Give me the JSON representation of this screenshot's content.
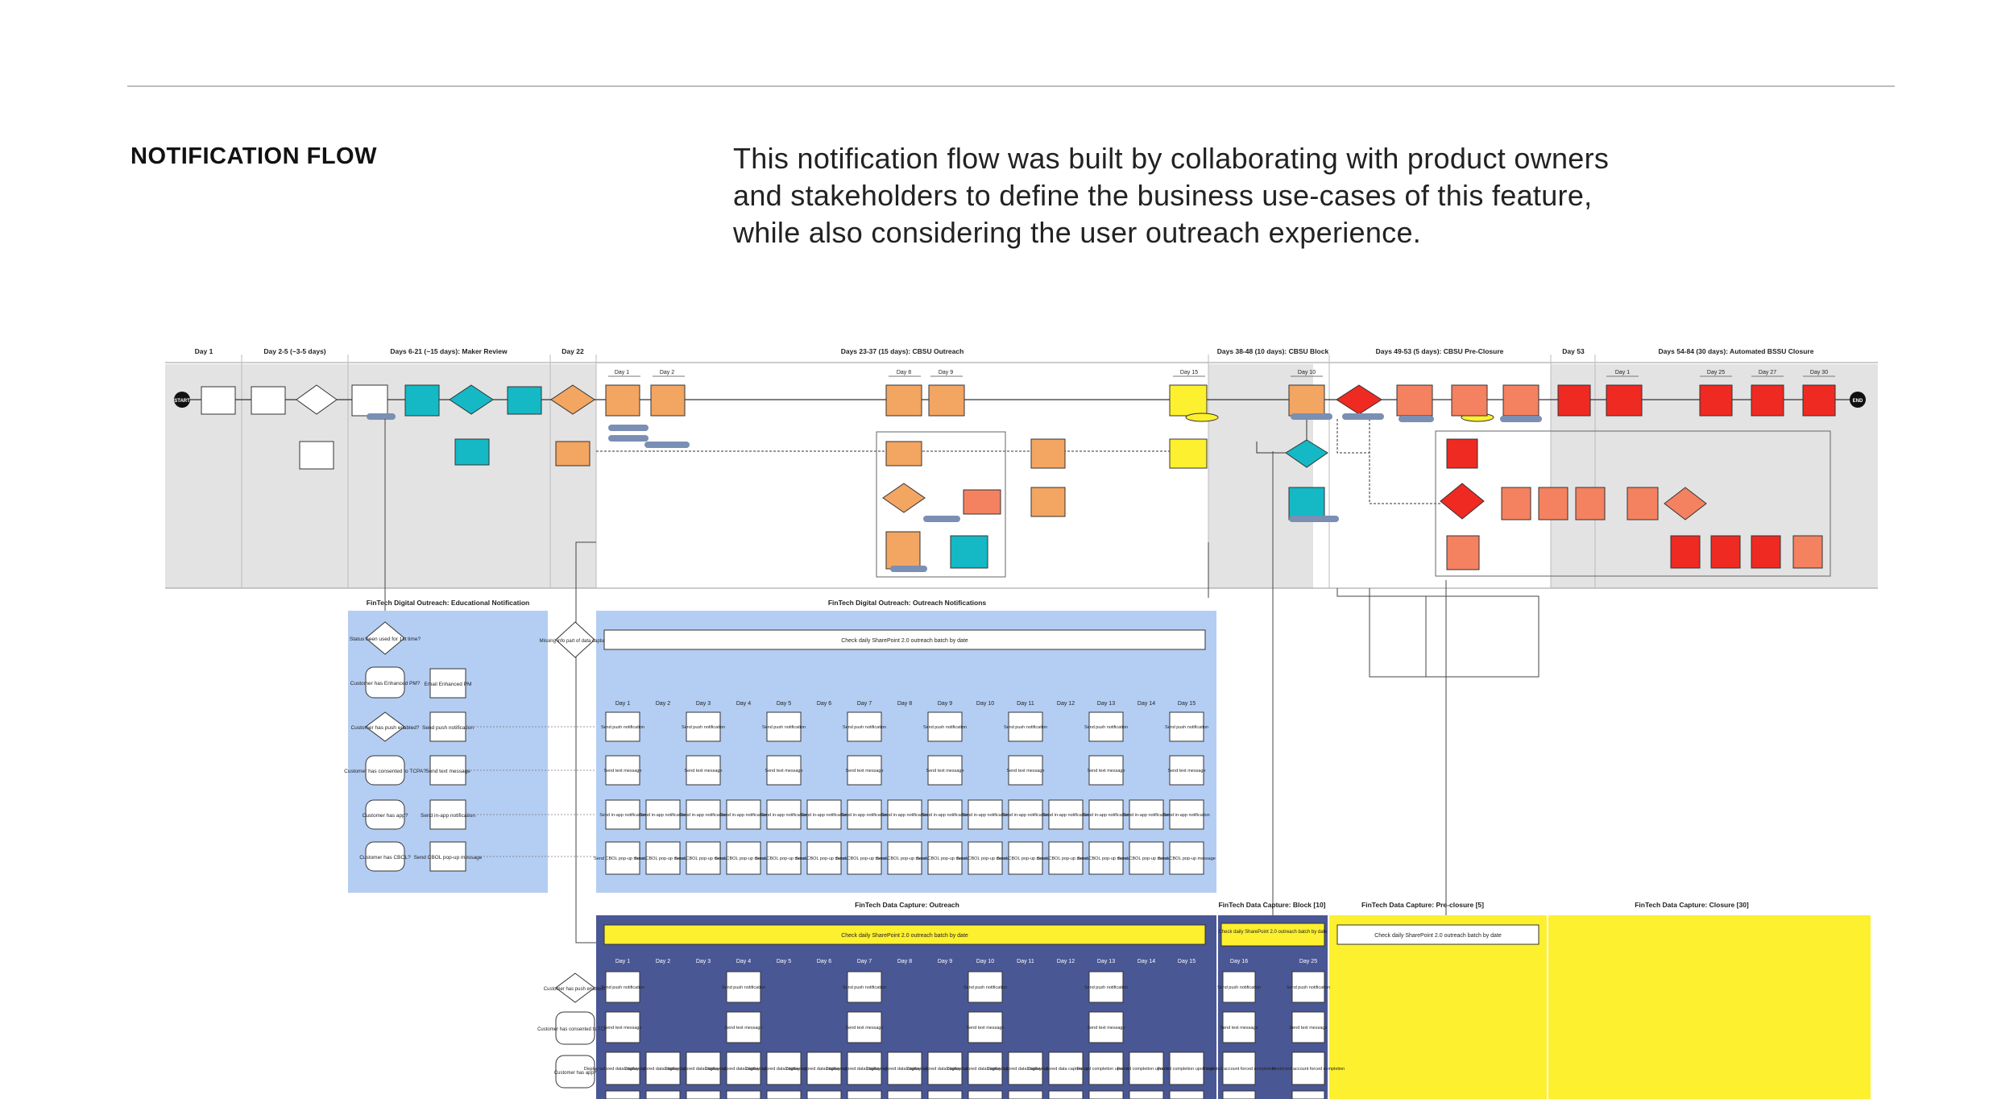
{
  "section_title": "NOTIFICATION FLOW",
  "intro_lines": [
    "This notification flow was built by collaborating with product owners",
    "and stakeholders to define the business use-cases of this feature,",
    "while also considering the user outreach experience."
  ],
  "phases": [
    "Day 1",
    "Day 2-5 (~3-5 days)",
    "Days 6-21 (~15 days): Maker Review",
    "Day 22",
    "Days 23-37 (15 days): CBSU Outreach",
    "Days 38-48 (10 days): CBSU Block",
    "Days 49-53 (5 days): CBSU Pre-Closure",
    "Day 53",
    "Days 54-84 (30 days): Automated BSSU Closure"
  ],
  "flow": {
    "start": "START",
    "end": "END",
    "sub_days": [
      "Day 1",
      "Day 2",
      "Day 8",
      "Day 9",
      "Day 15",
      "Day 10",
      "Day 1",
      "Day 25",
      "Day 27",
      "Day 30"
    ]
  },
  "edu": {
    "title": "FinTech Digital Outreach: Educational Notification",
    "decisions": [
      "Status been used for 1st time?",
      "Customer has Enhanced PM?",
      "Customer has push enabled?",
      "Customer has consented to TCPA?",
      "Customer has app?",
      "Customer has CBOL?"
    ],
    "actions": [
      "Email Enhanced PM",
      "Send push notification",
      "Send text message",
      "Send in-app notification",
      "Send CBOL pop-up message"
    ]
  },
  "outreach": {
    "title": "FinTech Digital Outreach: Outreach Notifications",
    "decision": "Missing info part of data capture?",
    "batch": "Check daily SharePoint 2.0 outreach batch by date",
    "days": [
      "Day 1",
      "Day 2",
      "Day 3",
      "Day 4",
      "Day 5",
      "Day 6",
      "Day 7",
      "Day 8",
      "Day 9",
      "Day 10",
      "Day 11",
      "Day 12",
      "Day 13",
      "Day 14",
      "Day 15"
    ],
    "row_labels": [
      "Send push notification",
      "Send text message",
      "Send in-app notification",
      "Send CBOL pop-up message"
    ]
  },
  "capture": {
    "outreach_title": "FinTech Data Capture: Outreach",
    "block_title": "FinTech Data Capture: Block [10]",
    "preclosure_title": "FinTech Data Capture: Pre-closure [5]",
    "closure_title": "FinTech Data Capture: Closure [30]",
    "batch": "Check daily SharePoint 2.0 outreach batch by date",
    "block_batch": "Check daily SharePoint 2.0 outreach batch by date",
    "preclosure_batch": "Check daily SharePoint 2.0 outreach batch by date",
    "block_days": [
      "Day 16",
      "Day 25"
    ],
    "decisions": [
      "Customer has push enabled?",
      "Customer has consented to TCPA?",
      "Customer has app?"
    ],
    "display_label": "Display tailored data capture upon login",
    "forced_label": "Forced completion upon login",
    "restricted_label": "Restricted account forced completion"
  },
  "colors": {
    "orange": "#f3a562",
    "teal": "#15b8c5",
    "red": "#ee2a22",
    "salmon": "#f48160",
    "yellow": "#fdf02f",
    "lightblue": "#b4cdf3",
    "navy": "#4a5795",
    "gray": "#e0e0e0"
  }
}
